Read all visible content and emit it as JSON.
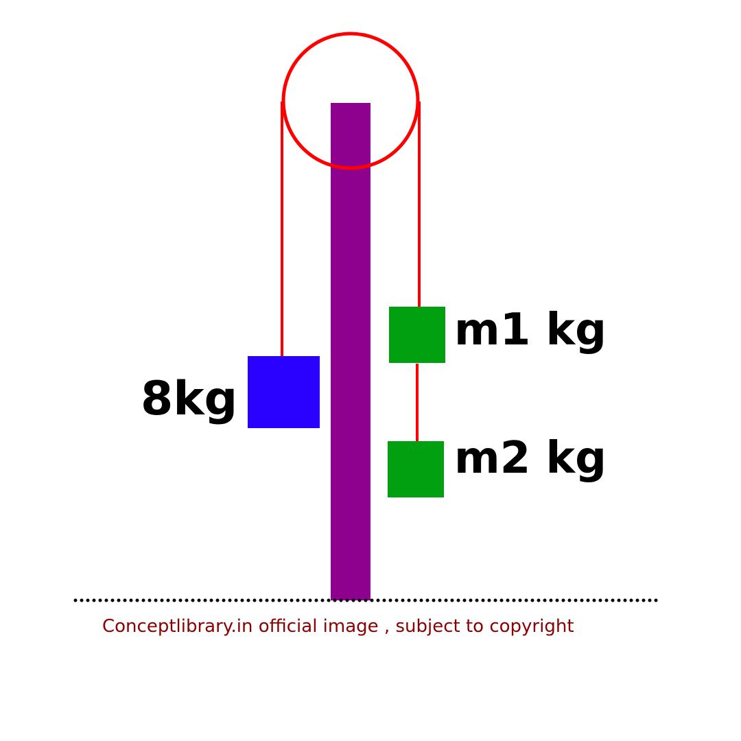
{
  "diagram": {
    "colors": {
      "pulley": "#ff0000",
      "rope": "#ff0000",
      "pillar": "#8e008e",
      "left_mass": "#2a00ff",
      "right_masses": "#00a010",
      "ground": "#000000",
      "text": "#000000",
      "copyright": "#8b0000"
    },
    "left_mass": {
      "label": "8kg"
    },
    "right_mass_top": {
      "label": "m1 kg"
    },
    "right_mass_bottom": {
      "label": "m2 kg"
    }
  },
  "footer": {
    "copyright": "Conceptlibrary.in official image , subject to copyright"
  }
}
